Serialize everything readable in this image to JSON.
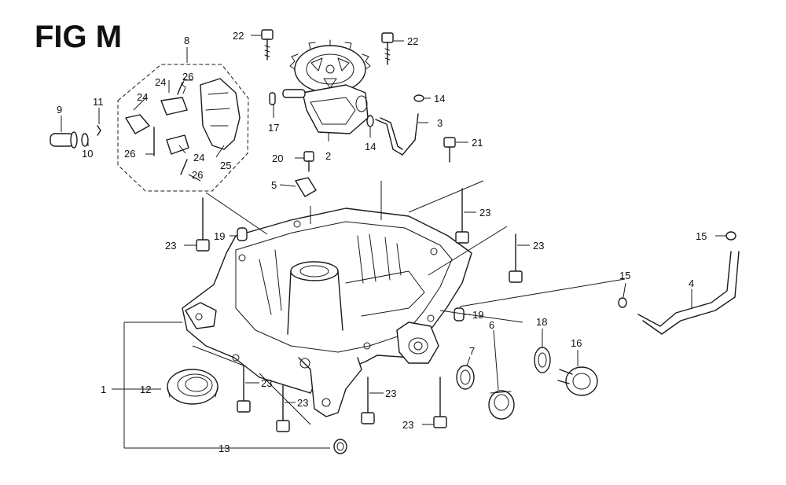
{
  "figure": {
    "title": "FIG M"
  },
  "callouts": [
    "1",
    "2",
    "3",
    "4",
    "5",
    "6",
    "7",
    "8",
    "9",
    "10",
    "11",
    "12",
    "13",
    "14",
    "15",
    "16",
    "17",
    "18",
    "19",
    "20",
    "21",
    "22",
    "23",
    "24",
    "25",
    "26"
  ],
  "colors": {
    "ink": "#1a1a1a",
    "background": "#ffffff"
  }
}
